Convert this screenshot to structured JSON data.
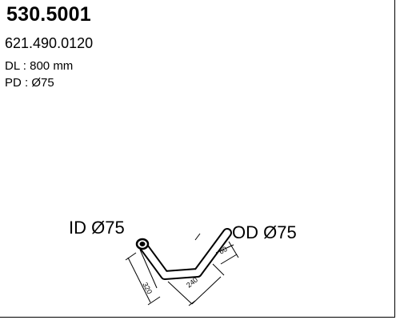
{
  "part": {
    "number": "530.5001",
    "oem_number": "621.490.0120"
  },
  "specs": {
    "dl": "DL : 800 mm",
    "pd": "PD : Ø75"
  },
  "diagram": {
    "id_label": "ID Ø75",
    "od_label": "OD Ø75",
    "dim_1": "320",
    "dim_2": "240",
    "dim_3": "60"
  }
}
